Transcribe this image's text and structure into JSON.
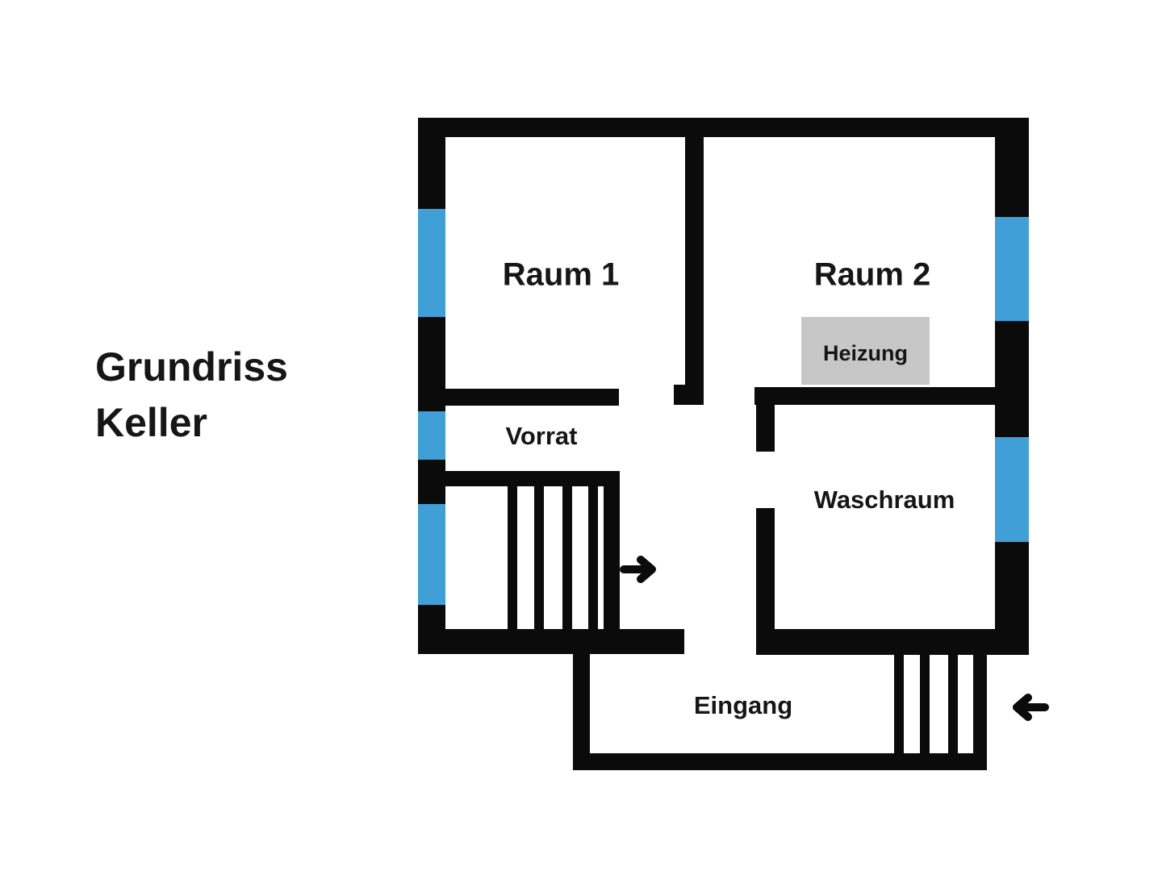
{
  "title": {
    "line1": "Grundriss",
    "line2": "Keller"
  },
  "labels": {
    "raum1": "Raum 1",
    "raum2": "Raum 2",
    "vorrat": "Vorrat",
    "waschraum": "Waschraum",
    "eingang": "Eingang",
    "heizung": "Heizung"
  },
  "icons": {
    "hall_direction": "right-arrow-icon",
    "entry_direction": "left-arrow-icon"
  },
  "colors": {
    "wall": "#0b0b0b",
    "window": "#3f9fd6",
    "heater": "#c7c7c7",
    "bg": "#ffffff",
    "ink": "#161616"
  }
}
